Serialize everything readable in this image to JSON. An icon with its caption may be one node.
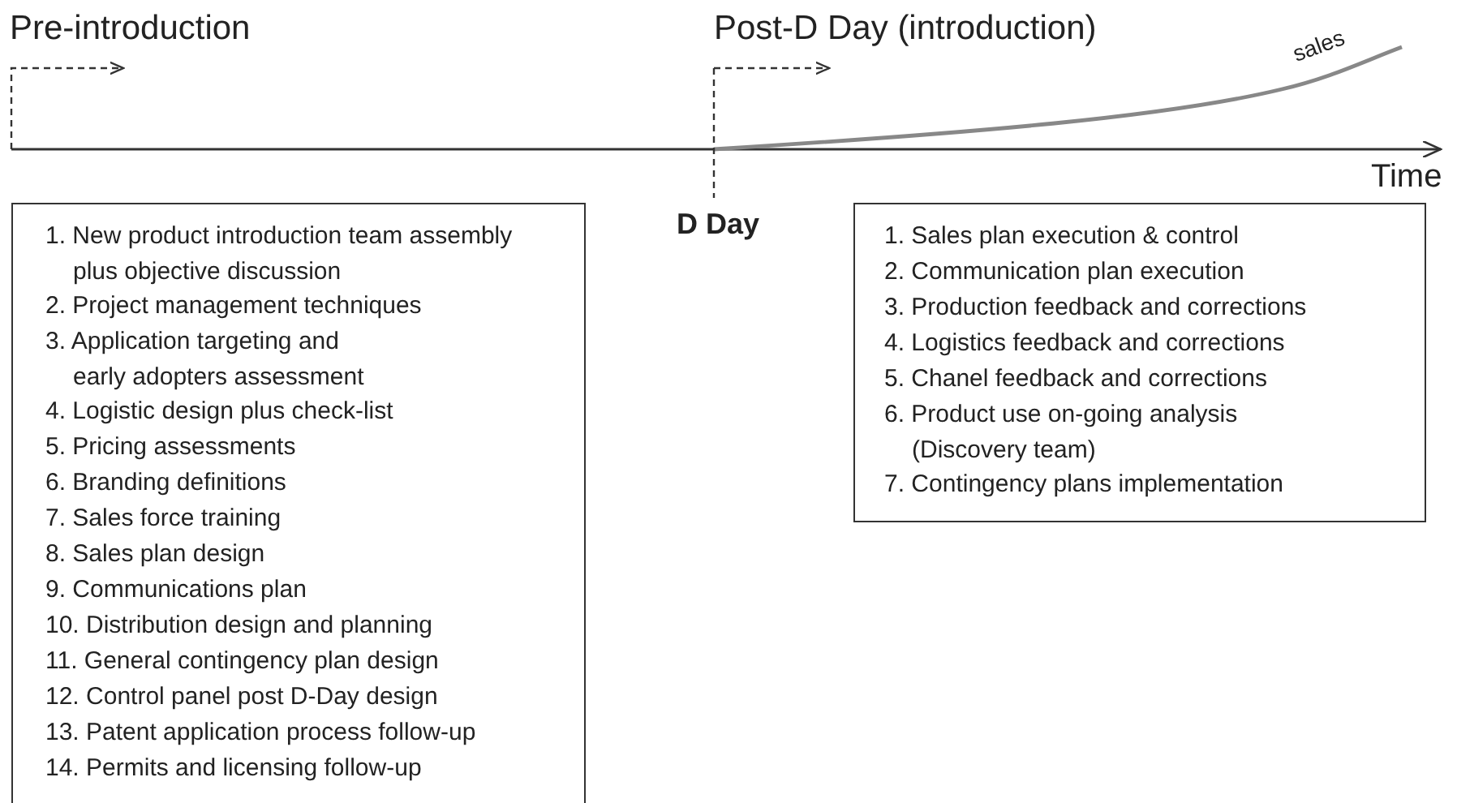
{
  "diagram": {
    "nodes": [
      {
        "text": [
          "1. New product introduction team assembly plus objective discussion",
          "2. Project management techniques",
          "3. Application targeting and early adopters assessment",
          "4. Logistic design plus check-list",
          "5. Pricing assessments",
          "6. Branding definitions",
          "7. Sales force training",
          "8. Sales plan design",
          "9. Communications plan",
          "10. Distribution design and planning",
          "11. General contingency plan design",
          "12. Control panel post D-Day design",
          "13. Patent application process follow-up",
          "14. Permits and licensing follow-up"
        ]
      },
      {
        "text": [
          "1. Sales plan execution & control",
          "2. Communication plan execution",
          "3. Production feedback and corrections",
          "4. Logistics feedback and corrections",
          "5. Chanel feedback and corrections",
          "6. Product use on-going analysis (Discovery team)",
          "7. Contingency plans implementation"
        ]
      }
    ],
    "edges": [],
    "labels": [
      "Pre-introduction",
      "Post-D Day (introduction)",
      "sales",
      "Time",
      "D Day"
    ]
  }
}
